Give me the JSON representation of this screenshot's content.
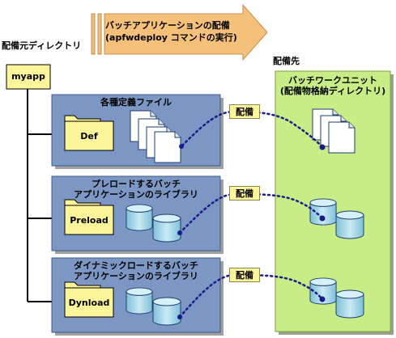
{
  "arrow": {
    "line1": "バッチアプリケーションの配備",
    "line2": "(apfwdeploy コマンドの実行)"
  },
  "source": {
    "title": "配備元ディレクトリ",
    "root": "myapp"
  },
  "dest": {
    "title": "配備先",
    "unit_line1": "バッチワークユニット",
    "unit_line2": "(配備物格納ディレクトリ)"
  },
  "groups": [
    {
      "title_line1": "各種定義ファイル",
      "title_line2": "",
      "folder": "Def",
      "deploy": "配備"
    },
    {
      "title_line1": "プレロードするバッチ",
      "title_line2": "アプリケーションのライブラリ",
      "folder": "Preload",
      "deploy": "配備"
    },
    {
      "title_line1": "ダイナミックロードするバッチ",
      "title_line2": "アプリケーションのライブラリ",
      "folder": "Dynload",
      "deploy": "配備"
    }
  ],
  "colors": {
    "arrow": "#f5c07a",
    "group_box": "#7d97c4",
    "dest_box": "#c8ec86",
    "folder": "#fdf59a",
    "haibi": "#fdf59a",
    "cylinder": "#a9d9ea",
    "connector": "#1a1a8a"
  }
}
